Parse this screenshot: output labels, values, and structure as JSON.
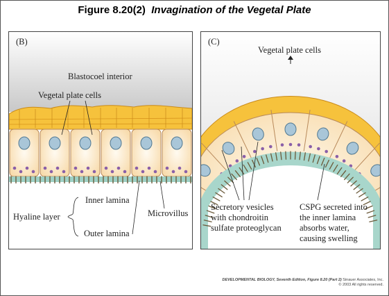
{
  "figure": {
    "number": "Figure 8.20(2)",
    "title": "Invagination of the Vegetal Plate"
  },
  "panel_b": {
    "letter": "(B)",
    "blastocoel_label": "Blastocoel interior",
    "vegetal_label": "Vegetal plate cells",
    "hyaline_label": "Hyaline layer",
    "inner_lamina_label": "Inner lamina",
    "outer_lamina_label": "Outer lamina",
    "microvillus_label": "Microvillus"
  },
  "panel_c": {
    "letter": "(C)",
    "vegetal_label": "Vegetal plate cells",
    "secretory_line1": "Secretory vesicles",
    "secretory_line2": "with chondroitin",
    "secretory_line3": "sulfate proteoglycan",
    "cspg_line1": "CSPG secreted into",
    "cspg_line2": "the inner lamina",
    "cspg_line3": "absorbs water,",
    "cspg_line4": "causing swelling"
  },
  "footer": {
    "line1_title": "DEVELOPMENTAL BIOLOGY, Seventh Edition",
    "line1_fig": ", Figure 8.20 (Part 2)",
    "line1_pub": "  Sinauer Associates, Inc.",
    "line2": "© 2003 All rights reserved."
  },
  "colors": {
    "cell_fill": "#fbe8c4",
    "cell_outline": "#b8895a",
    "yellow_layer": "#f6c23c",
    "nucleus": "#a9c6d8",
    "vesicle": "#8a5fa8",
    "lamina": "#9ed0c4",
    "blastocoel": "#c9c9c9"
  }
}
